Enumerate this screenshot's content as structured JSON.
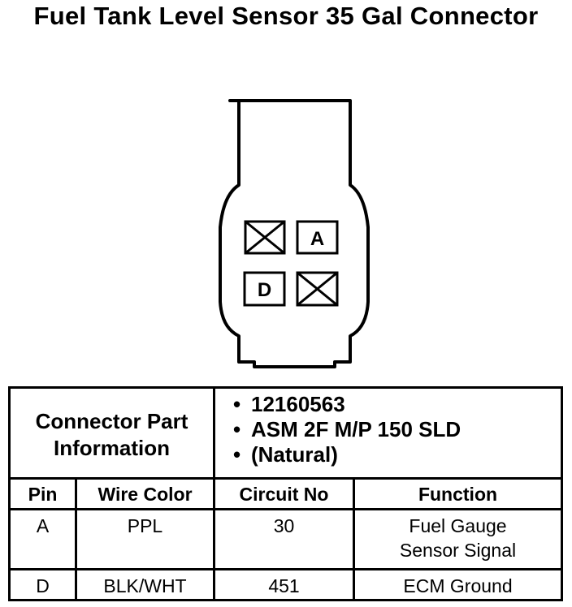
{
  "title": "Fuel Tank Level Sensor 35 Gal Connector",
  "connector": {
    "cavities": [
      {
        "label": "",
        "state": "unused"
      },
      {
        "label": "A",
        "state": "pin"
      },
      {
        "label": "D",
        "state": "pin"
      },
      {
        "label": "",
        "state": "unused"
      }
    ]
  },
  "part_info": {
    "label_line1": "Connector Part",
    "label_line2": "Information",
    "items": [
      "12160563",
      "ASM 2F M/P 150 SLD",
      "(Natural)"
    ]
  },
  "table": {
    "headers": [
      "Pin",
      "Wire Color",
      "Circuit No",
      "Function"
    ],
    "rows": [
      {
        "pin": "A",
        "wire_color": "PPL",
        "circuit": "30",
        "function_line1": "Fuel Gauge",
        "function_line2": "Sensor Signal"
      },
      {
        "pin": "D",
        "wire_color": "BLK/WHT",
        "circuit": "451",
        "function_line1": "ECM Ground",
        "function_line2": ""
      }
    ]
  }
}
